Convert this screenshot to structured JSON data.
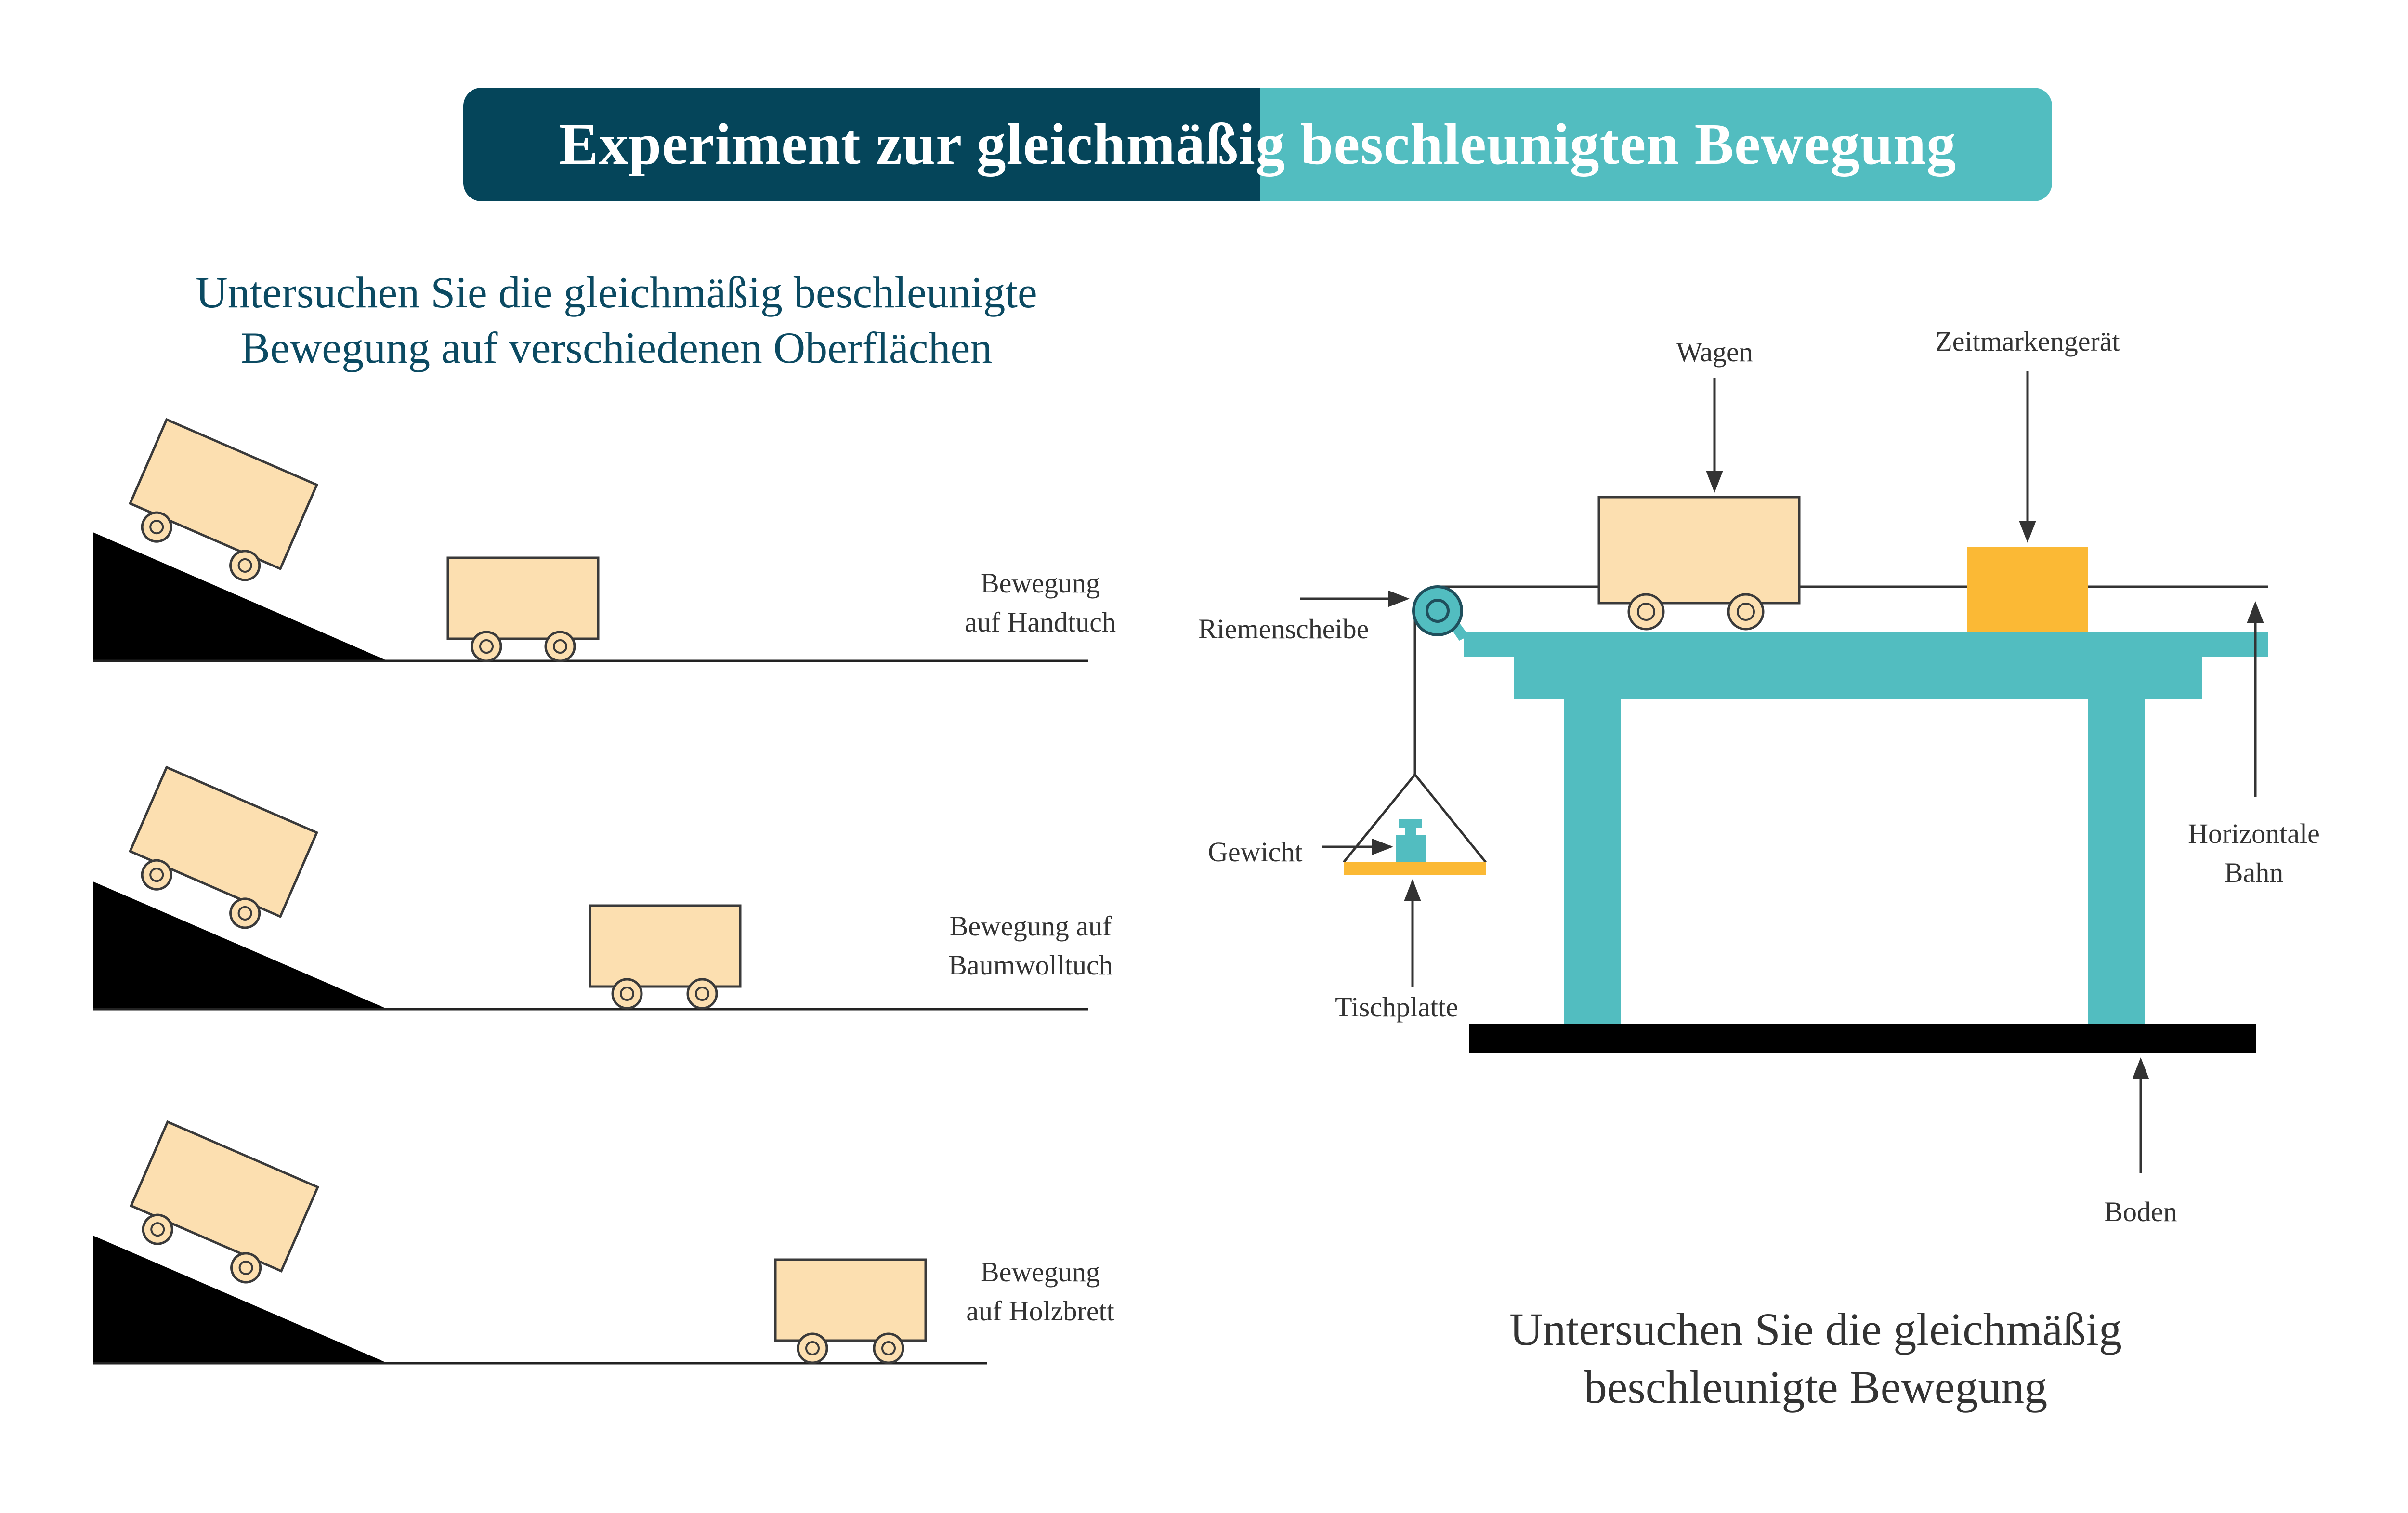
{
  "title": "Experiment zur gleichmäßig beschleunigten Bewegung",
  "left_heading": {
    "line1": "Untersuchen Sie die gleichmäßig beschleunigte",
    "line2": "Bewegung auf verschiedenen Oberflächen"
  },
  "surfaces": [
    {
      "line1": "Bewegung",
      "line2": "auf Handtuch"
    },
    {
      "line1": "Bewegung auf",
      "line2": "Baumwolltuch"
    },
    {
      "line1": "Bewegung",
      "line2": "auf Holzbrett"
    }
  ],
  "apparatus_labels": {
    "wagen": "Wagen",
    "zeitmarkengeraet": "Zeitmarkengerät",
    "riemenscheibe": "Riemenscheibe",
    "gewicht": "Gewicht",
    "tischplatte": "Tischplatte",
    "horizontale_line1": "Horizontale",
    "horizontale_line2": "Bahn",
    "boden": "Boden"
  },
  "right_heading": {
    "line1": "Untersuchen Sie die gleichmäßig",
    "line2": "beschleunigte Bewegung"
  },
  "colors": {
    "title_dark": "#05455a",
    "title_light": "#52bdc0",
    "cart_fill": "#fcdfb0",
    "teal": "#52bdc0",
    "timer": "#fbb935",
    "ramp": "#000000",
    "ground": "#000000"
  }
}
